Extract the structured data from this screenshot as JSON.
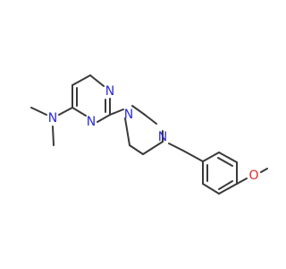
{
  "colors": {
    "bond": "#3a3a3a",
    "nitrogen": "#2b2bd6",
    "oxygen": "#e32727",
    "background": "#ffffff"
  },
  "atoms": {
    "n_ring1": "N",
    "n_ring2": "N",
    "n_amine": "N",
    "n_pip1": "N",
    "n_pip2": "N",
    "o_methoxy": "O"
  }
}
